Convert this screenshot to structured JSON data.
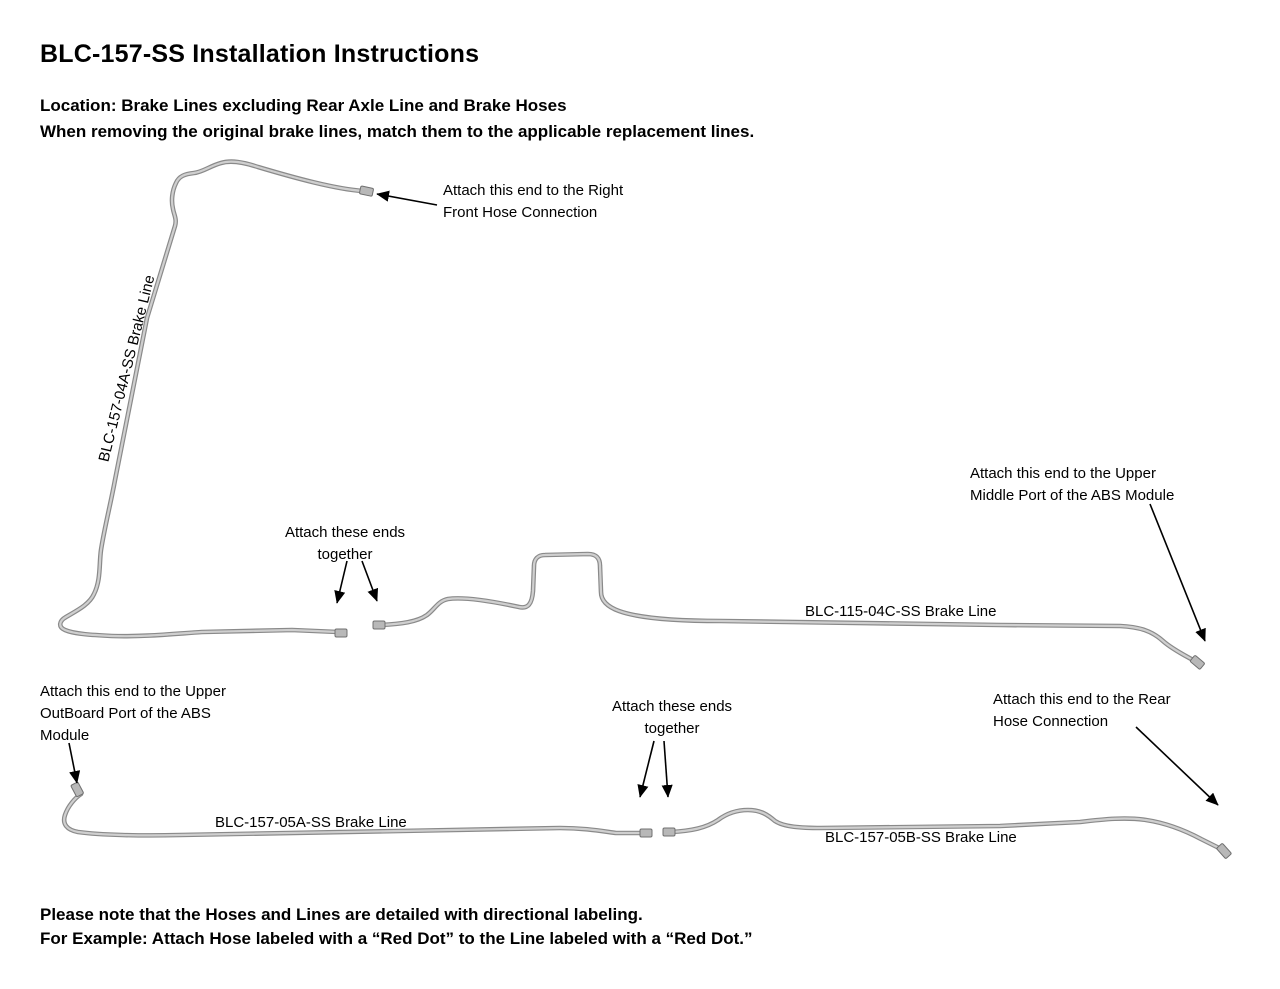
{
  "page": {
    "title": "BLC-157-SS Installation Instructions",
    "location_line1": "Location: Brake Lines excluding Rear Axle Line and Brake Hoses",
    "location_line2": "When removing the original brake lines, match them to the applicable replacement lines.",
    "note_line1": "Please note that the Hoses and Lines are detailed with directional labeling.",
    "note_line2": "For Example: Attach Hose labeled with a “Red Dot” to the Line labeled with a “Red Dot.”"
  },
  "diagram": {
    "lines": {
      "line_04a": "BLC-157-04A-SS Brake Line",
      "line_04c": "BLC-115-04C-SS Brake Line",
      "line_05a": "BLC-157-05A-SS Brake Line",
      "line_05b": "BLC-157-05B-SS Brake Line"
    },
    "annotations": {
      "right_front": "Attach this end to the Right\nFront Hose Connection",
      "ends_together_top": "Attach these ends\ntogether",
      "abs_upper_middle": "Attach this end to the Upper\nMiddle Port of the ABS Module",
      "abs_outboard": "Attach this end to the Upper\nOutBoard Port of the ABS\nModule",
      "ends_together_bottom": "Attach these ends\ntogether",
      "rear_hose": "Attach this end to the Rear\nHose Connection"
    },
    "colors": {
      "tube_light": "#cfcfcf",
      "tube_dark": "#8a8a8a",
      "arrow": "#000000"
    }
  }
}
